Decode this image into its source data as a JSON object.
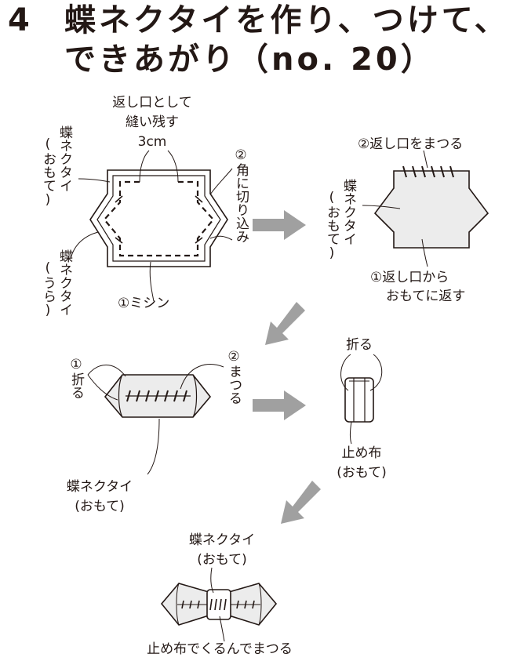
{
  "title": {
    "number": "4",
    "line1": "蝶ネクタイを作り、つけて、",
    "line2": "できあがり（no. 20）"
  },
  "step1": {
    "opening_label_1": "返し口として",
    "opening_label_2": "縫い残す",
    "opening_size": "3cm",
    "front_label": "蝶ネクタイ",
    "front_sub": "(おもて)",
    "back_label": "蝶ネクタイ",
    "back_sub": "(うら)",
    "clip_label": "②角に切り込み",
    "sew_label": "①ミシン"
  },
  "step2": {
    "slipstitch_label": "②返し口をまつる",
    "front_label": "蝶ネクタイ",
    "front_sub": "(おもて)",
    "turn_label_1": "①返し口から",
    "turn_label_2": "おもてに返す"
  },
  "step3": {
    "fold_label": "①折る",
    "stitch_label": "②まつる",
    "front_label": "蝶ネクタイ",
    "front_sub": "(おもて)"
  },
  "step4": {
    "fold_label": "折る",
    "band_label": "止め布",
    "band_sub": "(おもて)"
  },
  "step5": {
    "front_label": "蝶ネクタイ",
    "front_sub": "(おもて)",
    "wrap_label": "止め布でくるんでまつる"
  },
  "colors": {
    "ink": "#231815",
    "fabric": "#ececec",
    "arrow": "#a0a0a0"
  }
}
